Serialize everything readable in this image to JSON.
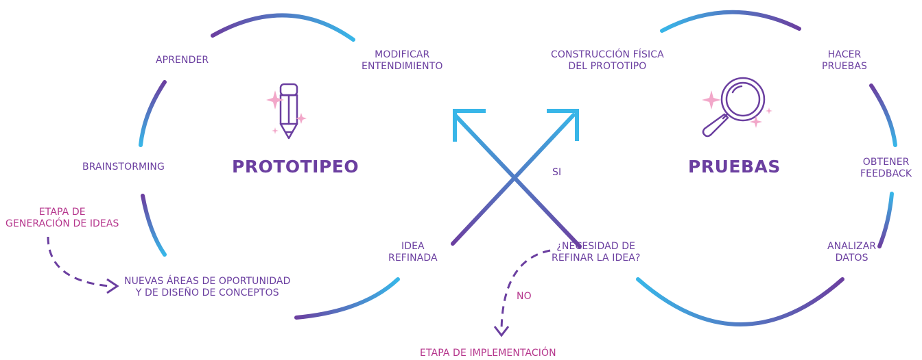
{
  "colors": {
    "purple": "#6b3fa0",
    "blue": "#38b6e8",
    "magenta": "#b5358c",
    "sparkle": "#f2a7c9"
  },
  "icons": {
    "prototype": "pencil-icon",
    "tests": "magnifying-glass-icon"
  },
  "left_loop": {
    "title": "PROTOTIPEO",
    "labels": {
      "aprender": "APRENDER",
      "modificar": "MODIFICAR\nENTENDIMIENTO",
      "brainstorming": "BRAINSTORMING",
      "idea_refinada": "IDEA\nREFINADA",
      "nuevas_areas": "NUEVAS ÁREAS DE OPORTUNIDAD\nY DE DISEÑO DE CONCEPTOS"
    }
  },
  "right_loop": {
    "title": "PRUEBAS",
    "labels": {
      "construccion": "CONSTRUCCIÓN FÍSICA\nDEL PROTOTIPO",
      "hacer_pruebas": "HACER\nPRUEBAS",
      "obtener_feedback": "OBTENER\nFEEDBACK",
      "analizar_datos": "ANALIZAR\nDATOS",
      "necesidad": "¿NECESIDAD DE\nREFINAR LA IDEA?"
    }
  },
  "decisions": {
    "si": "SI",
    "no": "NO"
  },
  "stages": {
    "generacion": "ETAPA DE\nGENERACIÓN DE IDEAS",
    "implementacion": "ETAPA DE IMPLEMENTACIÓN"
  }
}
